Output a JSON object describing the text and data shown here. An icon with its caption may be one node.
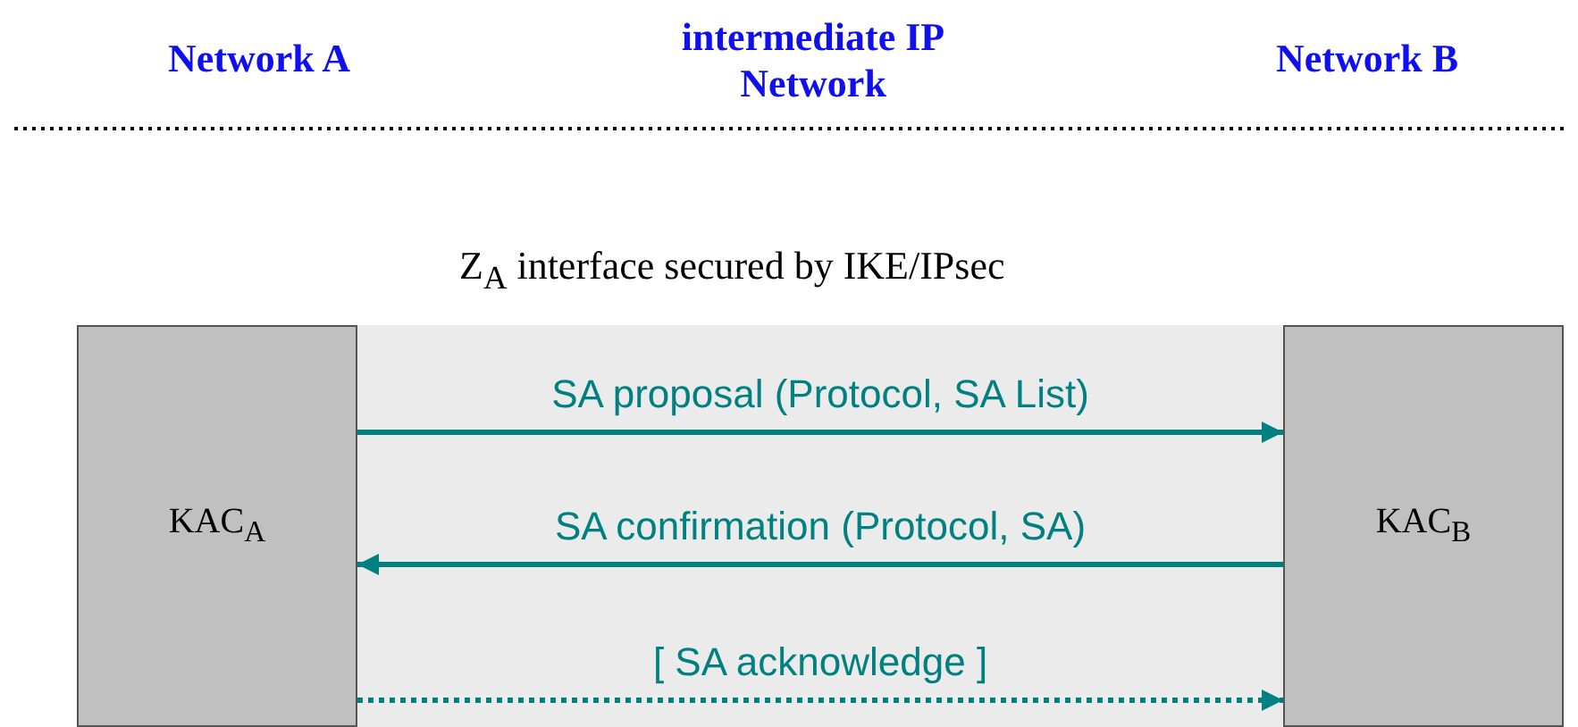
{
  "diagram": {
    "nodes": [
      {
        "text": [
          "KAC$_{A}$"
        ]
      },
      {
        "text": [
          "KAC$_{B}$"
        ]
      }
    ],
    "edges": [
      {
        "from": 0,
        "to": 1,
        "arrow": "to",
        "label": "SA proposal (Protocol, SA List)"
      },
      {
        "from": 1,
        "to": 0,
        "arrow": "to",
        "label": "SA confirmation (Protocol, SA)"
      },
      {
        "from": 0,
        "to": 1,
        "arrow": "to",
        "label": "[ SA acknowledge ]",
        "style": "dashed"
      }
    ],
    "labels": [
      "Network A",
      "intermediate IP Network",
      "Network B",
      "Z$_{A}$ interface secured by IKE/IPsec"
    ]
  }
}
